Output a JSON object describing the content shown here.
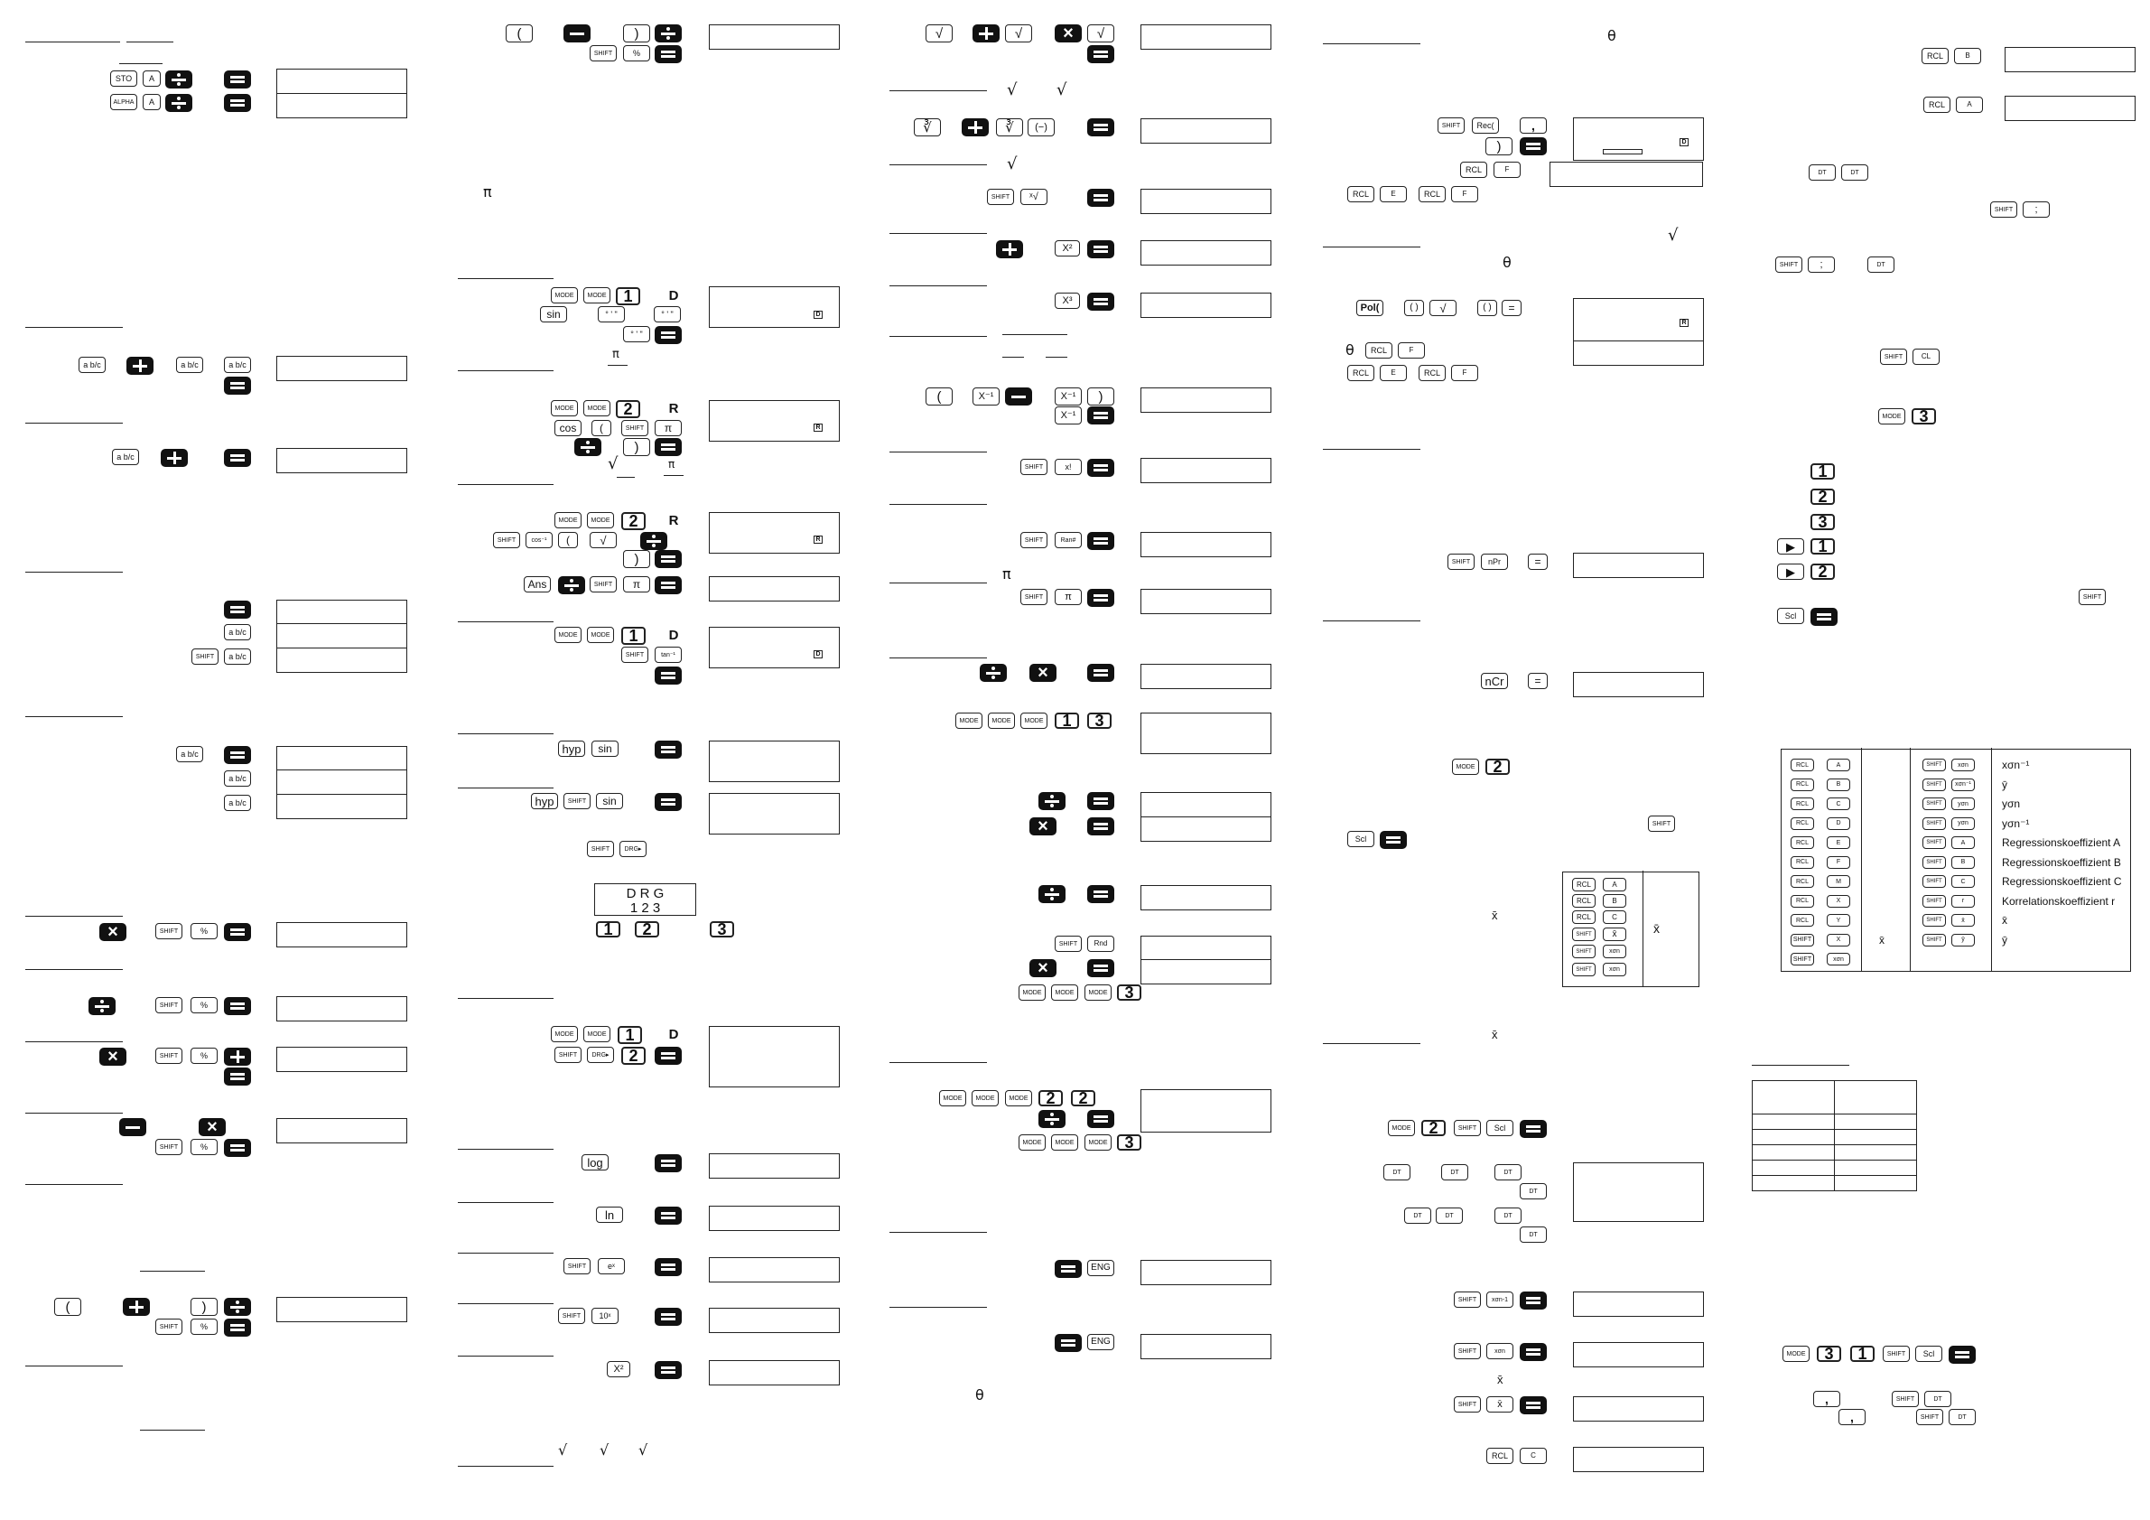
{
  "keys": {
    "sto": "STO",
    "alpha": "ALPHA",
    "a": "A",
    "frac": "a b/c",
    "shift": "SHIFT",
    "percent": "%",
    "open_paren": "(",
    "close_paren": ")",
    "pi": "π",
    "mode": "MODE",
    "one": "1",
    "two": "2",
    "three": "3",
    "d": "D",
    "r": "R",
    "sin": "sin",
    "cos": "cos",
    "cos_inv": "cos⁻¹",
    "tan_inv": "tan⁻¹",
    "sqrt": "√",
    "ans": "Ans",
    "hyp": "hyp",
    "drg": "DRG▸",
    "log": "log",
    "ln": "ln",
    "ex": "eˣ",
    "tenx": "10ˣ",
    "x2": "X²",
    "x3": "X³",
    "xinv": "X⁻¹",
    "xfact": "x!",
    "ran": "Ran#",
    "rnd": "Rnd",
    "eng": "ENG",
    "neg": "(−)",
    "cbrt": "∛",
    "xroot": "ˣ√",
    "rec": "Rec(",
    "comma": ",",
    "rcl": "RCL",
    "e": "E",
    "f": "F",
    "pol": "Pol(",
    "npr": "nPr",
    "ncr": "nCr",
    "scl": "Scl",
    "dt": "DT",
    "b": "B",
    "c": "C",
    "dkey": "D",
    "fkey": "F",
    "mkey": "M",
    "xkey": "X",
    "ykey": "Y",
    "xbar": "x̄",
    "xsn": "xσn",
    "xsn1": "xσn-1",
    "ybar": "ȳ",
    "ysn": "yσn",
    "ysn1": "yσn-1",
    "play": "▶",
    "semicolon": ";"
  },
  "symbols": {
    "theta": "θ",
    "pi": "π",
    "sqrt": "√",
    "xbar": "x̄"
  },
  "drg_display": {
    "top": "D R G",
    "bottom": "1 2 3"
  },
  "mode_indicators": {
    "d": "D",
    "r": "R"
  },
  "regression_table": {
    "labels": [
      "xσn⁻¹",
      "ȳ",
      "yσn",
      "yσn⁻¹",
      "Regressionskoeffizient A",
      "Regressionskoeffizient B",
      "Regressionskoeffizient C",
      "Korrelationskoeffizient r",
      "x̄",
      "ȳ"
    ],
    "rcl_keys": [
      "A",
      "B",
      "C",
      "D",
      "E",
      "F",
      "M",
      "X",
      "Y",
      "X",
      "xσn"
    ],
    "shift_keys": [
      "xσn",
      "xσn⁻¹",
      "yσn",
      "yσn",
      "A",
      "B",
      "C",
      "r",
      "x̄",
      "ȳ"
    ],
    "mid_label": "x̄"
  },
  "stat_table": {
    "mid_label": "x̄"
  }
}
